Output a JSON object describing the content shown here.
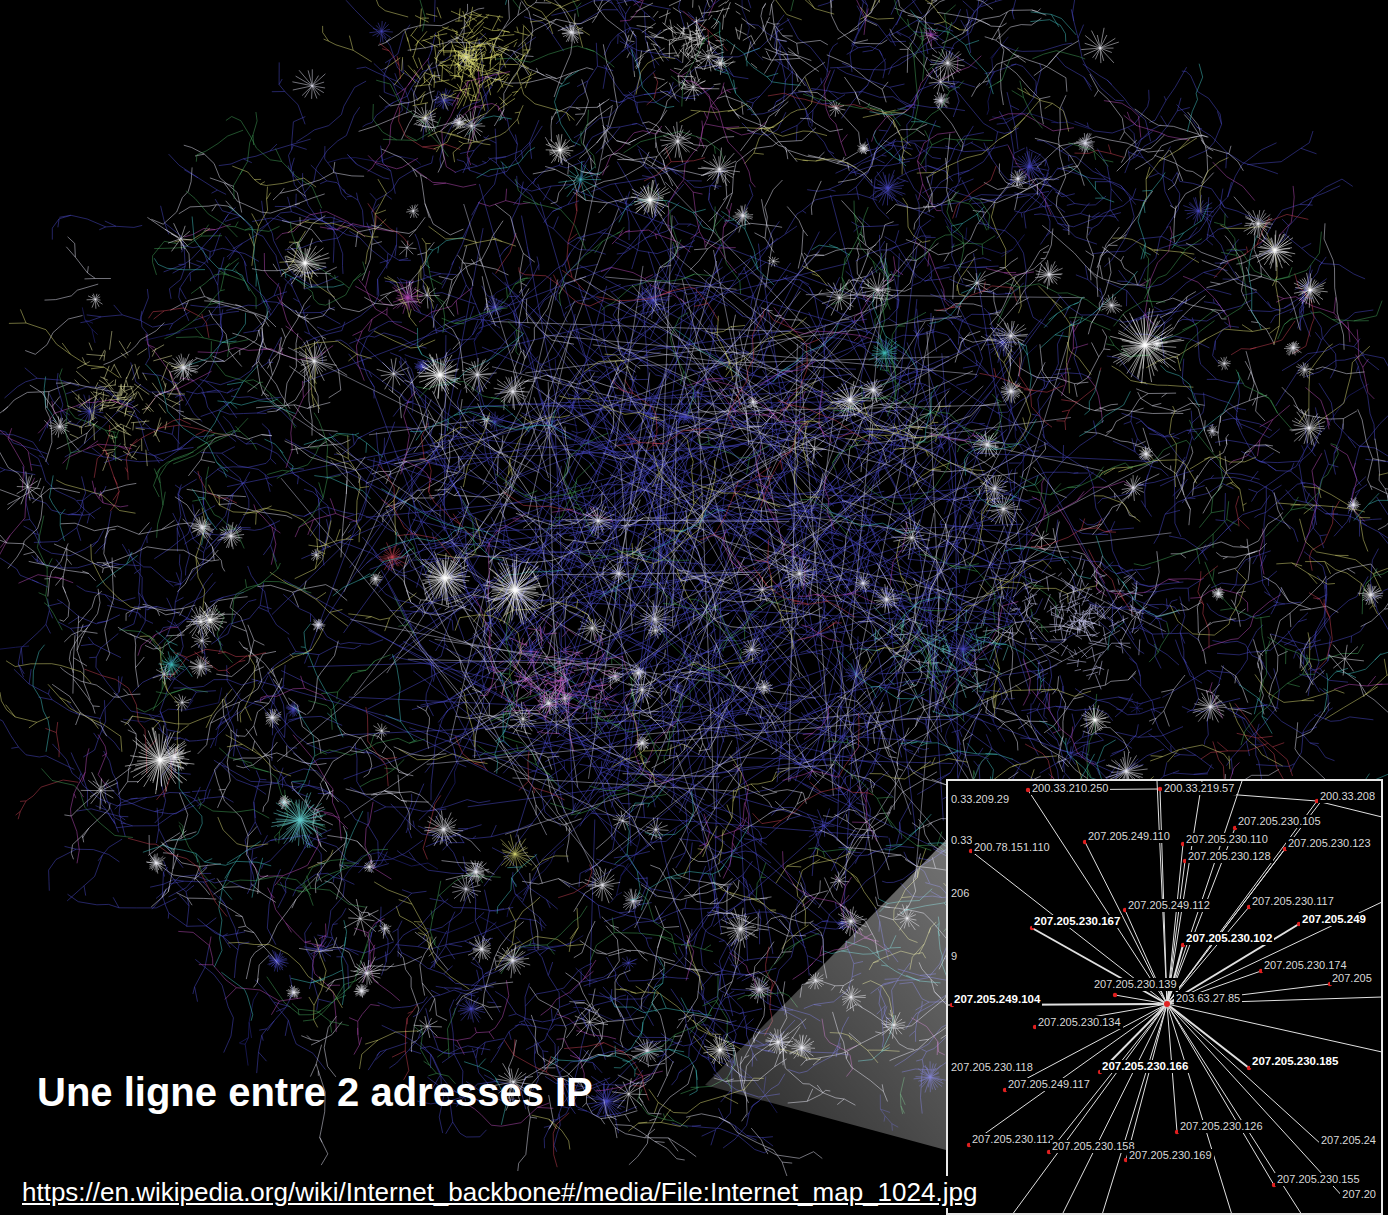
{
  "diagram": {
    "caption": "Une ligne entre 2 adresses IP",
    "labels": [
      "0.33.209.29",
      "200.33.210.250",
      "200.33.219.57",
      "200.33.208",
      "0.33",
      "200.78.151.110",
      "207.205.249.110",
      "207.205.230.110",
      "207.205.230.105",
      "207.205.230.128",
      "207.205.230.123",
      "206",
      "207.205.249.112",
      "207.205.230.117",
      "207.205.230.167",
      "207.205.230.102",
      "207.205.249",
      "9",
      "207.205.230.174",
      "207.205",
      "207.205.230.139",
      "203.63.27.85",
      "207.205.249.104",
      "207.205.230.134",
      "207.205.230.118",
      "207.205.230.166",
      "207.205.230.185",
      "207.205.249.117",
      "207.205.230.112",
      "207.205.230.158",
      "207.205.230.126",
      "207.205.24",
      "207.205.230.169",
      "207.205.230.155",
      "207.20",
      "https://en.wikipedia.org/wiki/Internet_backbone#/media/File:Internet_map_1024.jpg"
    ]
  }
}
